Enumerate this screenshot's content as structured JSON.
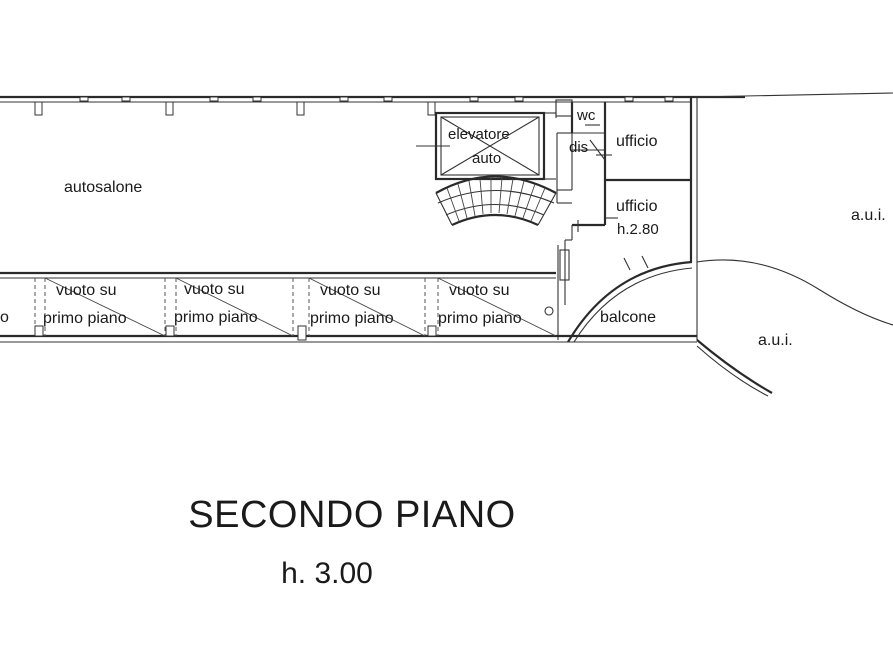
{
  "rooms": {
    "autosalone": "autosalone",
    "elevatore_line1": "elevatore",
    "elevatore_line2": "auto",
    "wc": "wc",
    "dis": "dis",
    "ufficio_1": "ufficio",
    "ufficio_2": "ufficio",
    "ufficio_2_height": "h.2.80",
    "aui_1": "a.u.i.",
    "aui_2": "a.u.i.",
    "balcone": "balcone",
    "left_partial": "o",
    "vuoto": [
      {
        "line1": "vuoto su",
        "line2": "primo piano"
      },
      {
        "line1": "vuoto su",
        "line2": "primo piano"
      },
      {
        "line1": "vuoto su",
        "line2": "primo piano"
      },
      {
        "line1": "vuoto su",
        "line2": "primo piano"
      }
    ]
  },
  "floor": {
    "title": "SECONDO PIANO",
    "height": "h. 3.00"
  }
}
